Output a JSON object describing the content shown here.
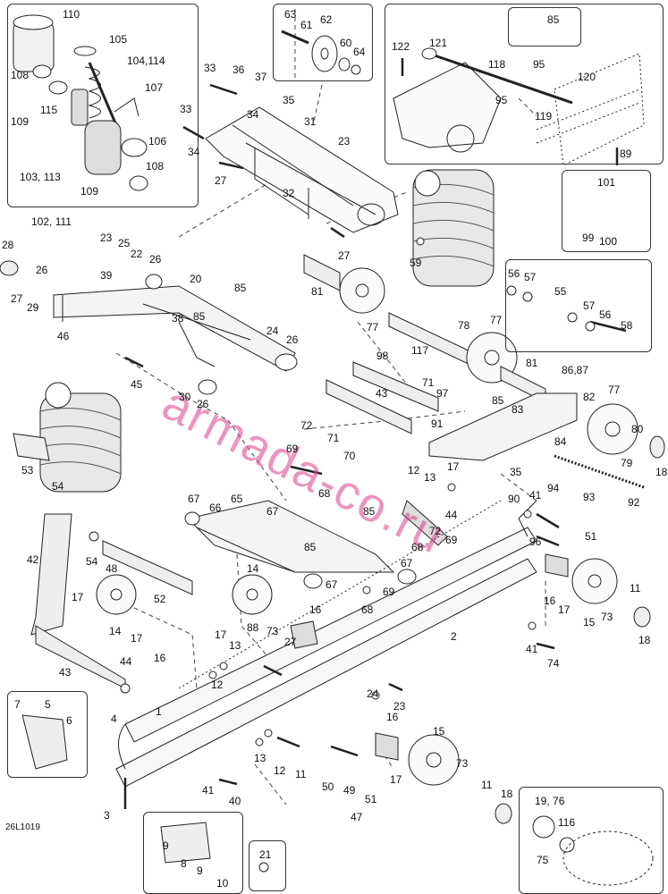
{
  "diagram_code": "26L1019",
  "watermark": "armada-co.ru",
  "labels": [
    {
      "id": "l110",
      "text": "110"
    },
    {
      "id": "l105",
      "text": "105"
    },
    {
      "id": "l104_114",
      "text": "104,114"
    },
    {
      "id": "l108a",
      "text": "108"
    },
    {
      "id": "l107",
      "text": "107"
    },
    {
      "id": "l115",
      "text": "115"
    },
    {
      "id": "l109a",
      "text": "109"
    },
    {
      "id": "l106",
      "text": "106"
    },
    {
      "id": "l103_113",
      "text": "103, 113"
    },
    {
      "id": "l108b",
      "text": "108"
    },
    {
      "id": "l109b",
      "text": "109"
    },
    {
      "id": "l102_111",
      "text": "102, 111"
    },
    {
      "id": "l63",
      "text": "63"
    },
    {
      "id": "l62",
      "text": "62"
    },
    {
      "id": "l61",
      "text": "61"
    },
    {
      "id": "l60",
      "text": "60"
    },
    {
      "id": "l64",
      "text": "64"
    },
    {
      "id": "l33a",
      "text": "33"
    },
    {
      "id": "l36",
      "text": "36"
    },
    {
      "id": "l37",
      "text": "37"
    },
    {
      "id": "l35",
      "text": "35"
    },
    {
      "id": "l34a",
      "text": "34"
    },
    {
      "id": "l33b",
      "text": "33"
    },
    {
      "id": "l31",
      "text": "31"
    },
    {
      "id": "l23a",
      "text": "23"
    },
    {
      "id": "l34b",
      "text": "34"
    },
    {
      "id": "l27a",
      "text": "27"
    },
    {
      "id": "l32",
      "text": "32"
    },
    {
      "id": "l85a",
      "text": "85"
    },
    {
      "id": "l122",
      "text": "122"
    },
    {
      "id": "l121",
      "text": "121"
    },
    {
      "id": "l118",
      "text": "118"
    },
    {
      "id": "l95a",
      "text": "95"
    },
    {
      "id": "l120",
      "text": "120"
    },
    {
      "id": "l95b",
      "text": "95"
    },
    {
      "id": "l119",
      "text": "119"
    },
    {
      "id": "l89",
      "text": "89"
    },
    {
      "id": "l101",
      "text": "101"
    },
    {
      "id": "l99",
      "text": "99"
    },
    {
      "id": "l100",
      "text": "100"
    },
    {
      "id": "l28",
      "text": "28"
    },
    {
      "id": "l23b",
      "text": "23"
    },
    {
      "id": "l25",
      "text": "25"
    },
    {
      "id": "l22",
      "text": "22"
    },
    {
      "id": "l26a",
      "text": "26"
    },
    {
      "id": "l26b",
      "text": "26"
    },
    {
      "id": "l27b",
      "text": "27"
    },
    {
      "id": "l29",
      "text": "29"
    },
    {
      "id": "l39",
      "text": "39"
    },
    {
      "id": "l20",
      "text": "20"
    },
    {
      "id": "l85b",
      "text": "85"
    },
    {
      "id": "l38",
      "text": "38"
    },
    {
      "id": "l85c",
      "text": "85"
    },
    {
      "id": "l46",
      "text": "46"
    },
    {
      "id": "l24a",
      "text": "24"
    },
    {
      "id": "l26c",
      "text": "26"
    },
    {
      "id": "l45",
      "text": "45"
    },
    {
      "id": "l30",
      "text": "30"
    },
    {
      "id": "l26d",
      "text": "26"
    },
    {
      "id": "l27c",
      "text": "27"
    },
    {
      "id": "l59",
      "text": "59"
    },
    {
      "id": "l81a",
      "text": "81"
    },
    {
      "id": "l56a",
      "text": "56"
    },
    {
      "id": "l57a",
      "text": "57"
    },
    {
      "id": "l55",
      "text": "55"
    },
    {
      "id": "l57b",
      "text": "57"
    },
    {
      "id": "l56b",
      "text": "56"
    },
    {
      "id": "l58",
      "text": "58"
    },
    {
      "id": "l77a",
      "text": "77"
    },
    {
      "id": "l117",
      "text": "117"
    },
    {
      "id": "l78",
      "text": "78"
    },
    {
      "id": "l77b",
      "text": "77"
    },
    {
      "id": "l98",
      "text": "98"
    },
    {
      "id": "l81b",
      "text": "81"
    },
    {
      "id": "l86_87",
      "text": "86,87"
    },
    {
      "id": "l71a",
      "text": "71"
    },
    {
      "id": "l97",
      "text": "97"
    },
    {
      "id": "l43a",
      "text": "43"
    },
    {
      "id": "l85d",
      "text": "85"
    },
    {
      "id": "l82",
      "text": "82"
    },
    {
      "id": "l77c",
      "text": "77"
    },
    {
      "id": "l83",
      "text": "83"
    },
    {
      "id": "l91",
      "text": "91"
    },
    {
      "id": "l72a",
      "text": "72"
    },
    {
      "id": "l71b",
      "text": "71"
    },
    {
      "id": "l84",
      "text": "84"
    },
    {
      "id": "l80",
      "text": "80"
    },
    {
      "id": "l69a",
      "text": "69"
    },
    {
      "id": "l70",
      "text": "70"
    },
    {
      "id": "l35b",
      "text": "35"
    },
    {
      "id": "l79",
      "text": "79"
    },
    {
      "id": "l18a",
      "text": "18"
    },
    {
      "id": "l53",
      "text": "53"
    },
    {
      "id": "l54a",
      "text": "54"
    },
    {
      "id": "l12a",
      "text": "12"
    },
    {
      "id": "l13a",
      "text": "13"
    },
    {
      "id": "l17a",
      "text": "17"
    },
    {
      "id": "l68a",
      "text": "68"
    },
    {
      "id": "l94",
      "text": "94"
    },
    {
      "id": "l93",
      "text": "93"
    },
    {
      "id": "l92",
      "text": "92"
    },
    {
      "id": "l67a",
      "text": "67"
    },
    {
      "id": "l65",
      "text": "65"
    },
    {
      "id": "l66",
      "text": "66"
    },
    {
      "id": "l67b",
      "text": "67"
    },
    {
      "id": "l85e",
      "text": "85"
    },
    {
      "id": "l44a",
      "text": "44"
    },
    {
      "id": "l72b",
      "text": "72"
    },
    {
      "id": "l69b",
      "text": "69"
    },
    {
      "id": "l90",
      "text": "90"
    },
    {
      "id": "l41a",
      "text": "41"
    },
    {
      "id": "l96",
      "text": "96"
    },
    {
      "id": "l51a",
      "text": "51"
    },
    {
      "id": "l85f",
      "text": "85"
    },
    {
      "id": "l68b",
      "text": "68"
    },
    {
      "id": "l42",
      "text": "42"
    },
    {
      "id": "l54b",
      "text": "54"
    },
    {
      "id": "l48",
      "text": "48"
    },
    {
      "id": "l67c",
      "text": "67"
    },
    {
      "id": "l14a",
      "text": "14"
    },
    {
      "id": "l67d",
      "text": "67"
    },
    {
      "id": "l69c",
      "text": "69"
    },
    {
      "id": "l17b",
      "text": "17"
    },
    {
      "id": "l52",
      "text": "52"
    },
    {
      "id": "l68c",
      "text": "68"
    },
    {
      "id": "l16a",
      "text": "16"
    },
    {
      "id": "l17c",
      "text": "17"
    },
    {
      "id": "l11a",
      "text": "11"
    },
    {
      "id": "l14b",
      "text": "14"
    },
    {
      "id": "l17d",
      "text": "17"
    },
    {
      "id": "l16b",
      "text": "16"
    },
    {
      "id": "l88",
      "text": "88"
    },
    {
      "id": "l73a",
      "text": "73"
    },
    {
      "id": "l15a",
      "text": "15"
    },
    {
      "id": "l73b",
      "text": "73"
    },
    {
      "id": "l18b",
      "text": "18"
    },
    {
      "id": "l2",
      "text": "2"
    },
    {
      "id": "l16c",
      "text": "16"
    },
    {
      "id": "l17e",
      "text": "17"
    },
    {
      "id": "l13b",
      "text": "13"
    },
    {
      "id": "l27d",
      "text": "27"
    },
    {
      "id": "l41b",
      "text": "41"
    },
    {
      "id": "l74",
      "text": "74"
    },
    {
      "id": "l43b",
      "text": "43"
    },
    {
      "id": "l44b",
      "text": "44"
    },
    {
      "id": "l12b",
      "text": "12"
    },
    {
      "id": "l24b",
      "text": "24"
    },
    {
      "id": "l23c",
      "text": "23"
    },
    {
      "id": "l7",
      "text": "7"
    },
    {
      "id": "l5",
      "text": "5"
    },
    {
      "id": "l6",
      "text": "6"
    },
    {
      "id": "l4",
      "text": "4"
    },
    {
      "id": "l1",
      "text": "1"
    },
    {
      "id": "l16d",
      "text": "16"
    },
    {
      "id": "l15b",
      "text": "15"
    },
    {
      "id": "l13c",
      "text": "13"
    },
    {
      "id": "l12c",
      "text": "12"
    },
    {
      "id": "l11b",
      "text": "11"
    },
    {
      "id": "l73c",
      "text": "73"
    },
    {
      "id": "l17f",
      "text": "17"
    },
    {
      "id": "l50",
      "text": "50"
    },
    {
      "id": "l49",
      "text": "49"
    },
    {
      "id": "l51b",
      "text": "51"
    },
    {
      "id": "l11c",
      "text": "11"
    },
    {
      "id": "l18c",
      "text": "18"
    },
    {
      "id": "l41c",
      "text": "41"
    },
    {
      "id": "l40",
      "text": "40"
    },
    {
      "id": "l47",
      "text": "47"
    },
    {
      "id": "l3",
      "text": "3"
    },
    {
      "id": "l19_76",
      "text": "19, 76"
    },
    {
      "id": "l116",
      "text": "116"
    },
    {
      "id": "l75",
      "text": "75"
    },
    {
      "id": "l9a",
      "text": "9"
    },
    {
      "id": "l8",
      "text": "8"
    },
    {
      "id": "l9b",
      "text": "9"
    },
    {
      "id": "l10",
      "text": "10"
    },
    {
      "id": "l21",
      "text": "21"
    }
  ]
}
